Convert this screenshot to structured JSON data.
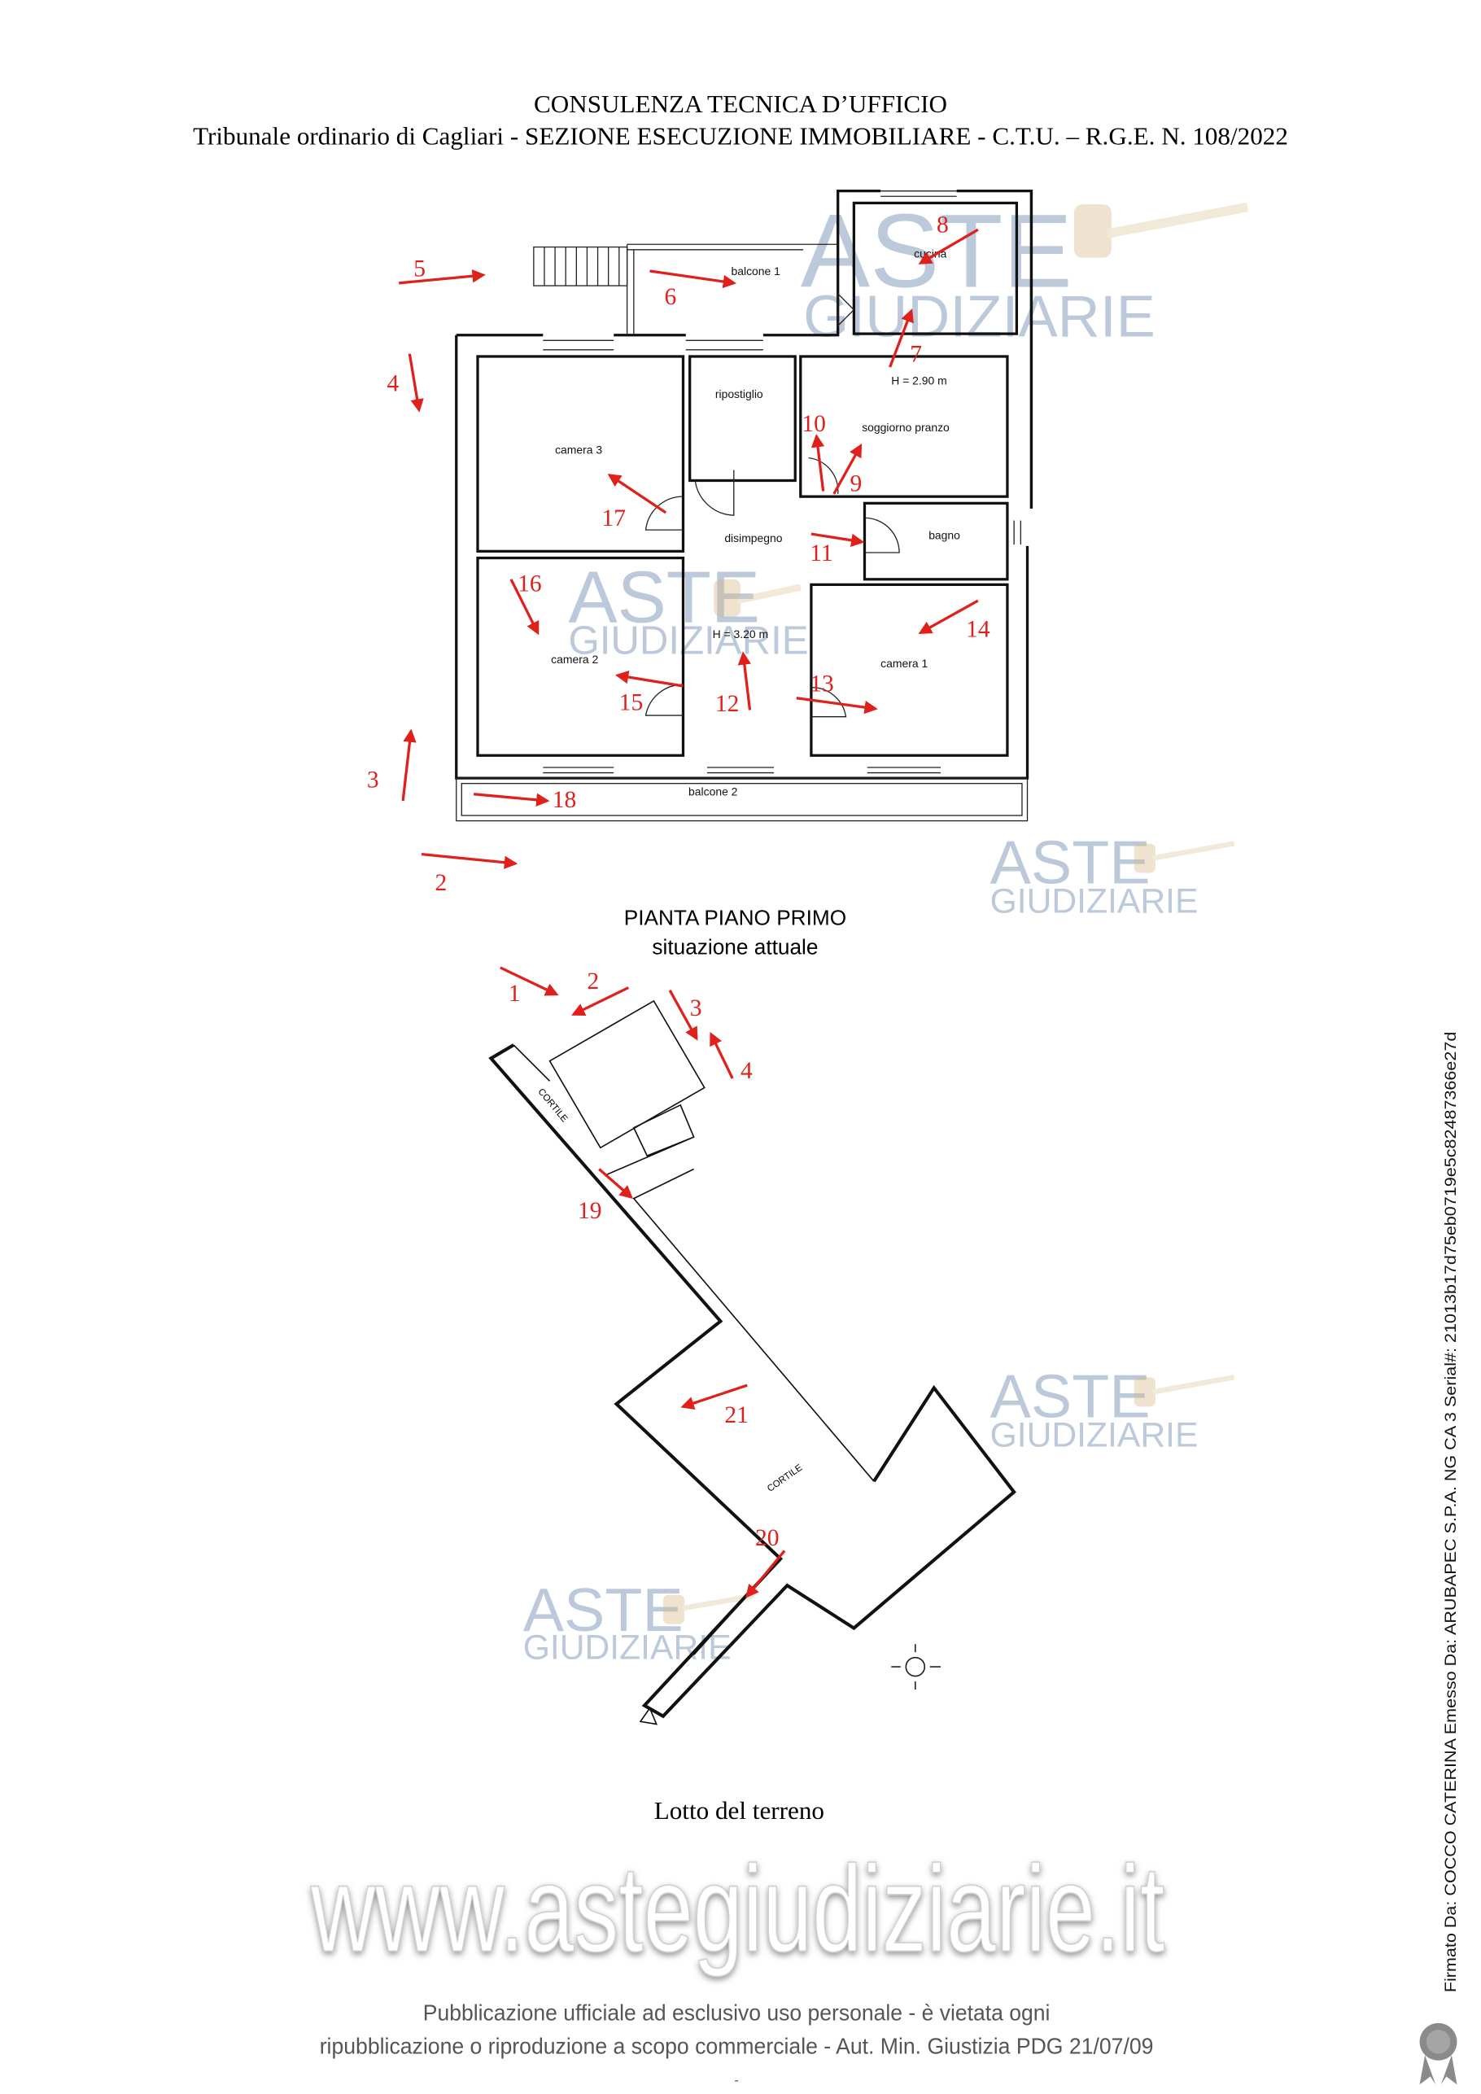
{
  "header": {
    "title": "CONSULENZA TECNICA D’UFFICIO",
    "subtitle": "Tribunale ordinario di Cagliari - SEZIONE ESECUZIONE IMMOBILIARE - C.T.U. – R.G.E. N. 108/2022"
  },
  "floor_plan": {
    "rooms": {
      "balcone1": "balcone 1",
      "cucina": "cucina",
      "ripostiglio": "ripostiglio",
      "soggiorno": "soggiorno pranzo",
      "camera3": "camera 3",
      "disimpegno": "disimpegno",
      "bagno": "bagno",
      "camera2": "camera 2",
      "camera1": "camera 1",
      "balcone2": "balcone 2"
    },
    "heights": [
      "H = 2.90 m",
      "H = 3.20 m"
    ],
    "photo_points": [
      "5",
      "6",
      "8",
      "7",
      "4",
      "10",
      "9",
      "17",
      "11",
      "16",
      "14",
      "15",
      "12",
      "13",
      "3",
      "18",
      "2"
    ],
    "caption_line1": "PIANTA PIANO PRIMO",
    "caption_line2": "situazione attuale"
  },
  "site_plan": {
    "labels": [
      "CORTILE",
      "CORTILE"
    ],
    "photo_points": [
      "1",
      "2",
      "3",
      "4",
      "19",
      "21",
      "20"
    ],
    "caption": "Lotto del terreno"
  },
  "watermarks": {
    "aste": "ASTE",
    "giudiziarie": "GIUDIZIARIE",
    "site": "www.astegiudiziarie.it"
  },
  "footer": {
    "line1": "Pubblicazione ufficiale ad esclusivo uso personale - è vietata ogni",
    "line2": "ripubblicazione o riproduzione a scopo commerciale - Aut. Min. Giustizia PDG 21/07/09",
    "mark": "-"
  },
  "signature": "Firmato Da: COCCO CATERINA Emesso Da: ARUBAPEC S.P.A. NG CA 3 Serial#: 21013b17d75eb0719e5c82487366e27d",
  "colors": {
    "arrow": "#e0201b",
    "watermark": "#9fb3cc"
  }
}
